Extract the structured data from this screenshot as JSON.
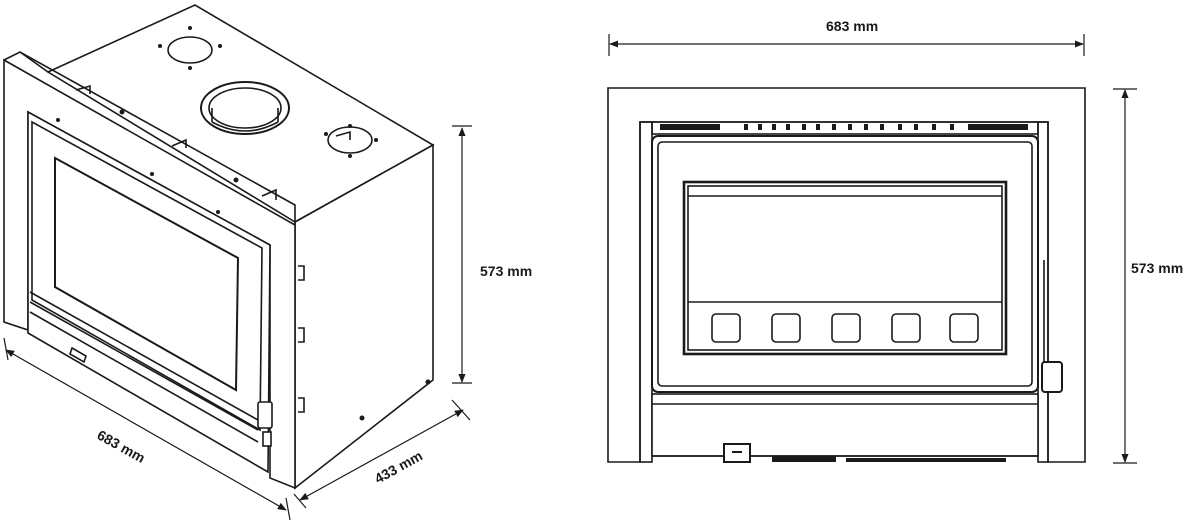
{
  "iso_view": {
    "width_label": "683 mm",
    "depth_label": "433 mm",
    "height_label": "573 mm"
  },
  "front_view": {
    "width_label": "683 mm",
    "height_label": "573 mm",
    "control_button_count": 5
  },
  "colors": {
    "line": "#1a1a1a",
    "background": "#ffffff"
  }
}
